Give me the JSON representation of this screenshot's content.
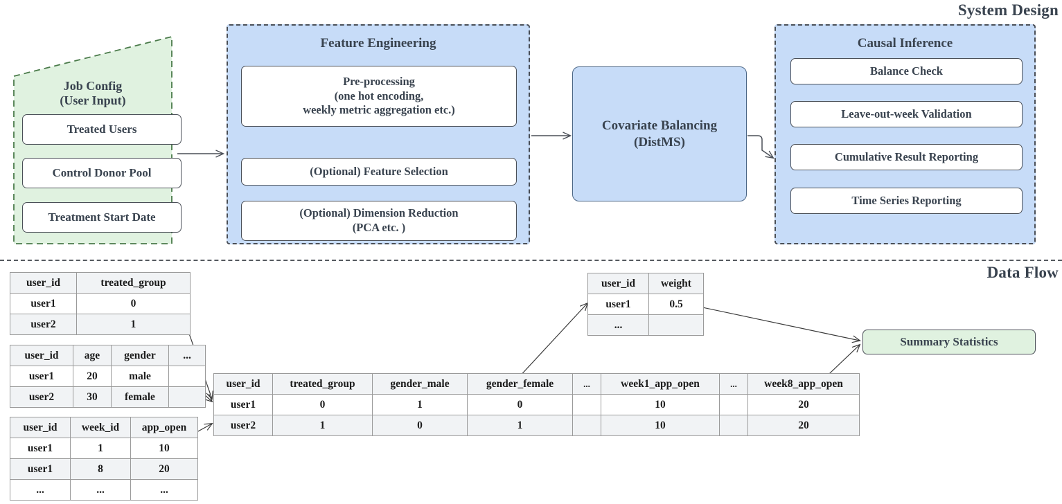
{
  "sections": {
    "system_design_label": "System Design",
    "data_flow_label": "Data Flow"
  },
  "system_design": {
    "job_config": {
      "title_line1": "Job Config",
      "title_line2": "(User Input)",
      "items": [
        {
          "label": "Treated Users"
        },
        {
          "label": "Control Donor Pool"
        },
        {
          "label": "Treatment Start Date"
        }
      ],
      "fill_color": "#e0f2e0",
      "border_color": "#4a7a4a"
    },
    "feature_engineering": {
      "title": "Feature Engineering",
      "fill_color": "#c7dcf8",
      "items": [
        {
          "line1": "Pre-processing",
          "line2": "(one hot encoding,",
          "line3": "weekly metric aggregation etc.)"
        },
        {
          "line1": "(Optional) Feature Selection"
        },
        {
          "line1": "(Optional) Dimension Reduction",
          "line2": "(PCA etc. )"
        }
      ]
    },
    "covariate_balancing": {
      "line1": "Covariate Balancing",
      "line2": "(DistMS)",
      "fill_color": "#c7dcf8"
    },
    "causal_inference": {
      "title": "Causal Inference",
      "fill_color": "#c7dcf8",
      "items": [
        {
          "label": "Balance Check"
        },
        {
          "label": "Leave-out-week Validation"
        },
        {
          "label": "Cumulative Result Reporting"
        },
        {
          "label": "Time Series Reporting"
        }
      ]
    }
  },
  "data_flow": {
    "treated_group_table": {
      "headers": [
        "user_id",
        "treated_group"
      ],
      "rows": [
        [
          "user1",
          "0"
        ],
        [
          "user2",
          "1"
        ]
      ]
    },
    "demographics_table": {
      "headers": [
        "user_id",
        "age",
        "gender",
        "..."
      ],
      "rows": [
        [
          "user1",
          "20",
          "male",
          ""
        ],
        [
          "user2",
          "30",
          "female",
          ""
        ]
      ]
    },
    "weekly_metric_table": {
      "headers": [
        "user_id",
        "week_id",
        "app_open"
      ],
      "rows": [
        [
          "user1",
          "1",
          "10"
        ],
        [
          "user1",
          "8",
          "20"
        ],
        [
          "...",
          "...",
          "..."
        ]
      ]
    },
    "feature_matrix_table": {
      "headers": [
        "user_id",
        "treated_group",
        "gender_male",
        "gender_female",
        "...",
        "week1_app_open",
        "...",
        "week8_app_open"
      ],
      "rows": [
        [
          "user1",
          "0",
          "1",
          "0",
          "",
          "10",
          "",
          "20"
        ],
        [
          "user2",
          "1",
          "0",
          "1",
          "",
          "10",
          "",
          "20"
        ]
      ]
    },
    "weight_table": {
      "headers": [
        "user_id",
        "weight"
      ],
      "rows": [
        [
          "user1",
          "0.5"
        ],
        [
          "...",
          ""
        ]
      ]
    },
    "summary_statistics": {
      "label": "Summary Statistics",
      "fill_color": "#e0f2e0"
    }
  }
}
